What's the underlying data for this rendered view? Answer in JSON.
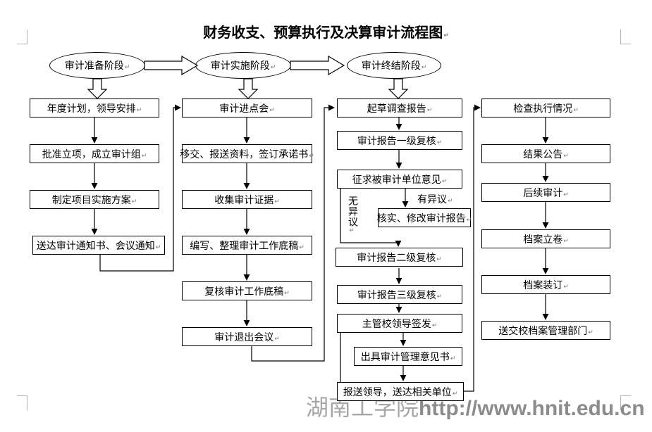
{
  "title": "财务收支、预算执行及决算审计流程图",
  "meta": {
    "return_mark": "↵"
  },
  "stages": {
    "preparation": "审计准备阶段",
    "implementation": "审计实施阶段",
    "conclusion": "审计终结阶段"
  },
  "columns": {
    "preparation": [
      "年度计划，领导安排",
      "批准立项，成立审计组",
      "制定项目实施方案",
      "送达审计通知书、会议通知"
    ],
    "implementation": [
      "审计进点会",
      "移交、报送资料，签订承诺书",
      "收集审计证据",
      "编写、整理审计工作底稿",
      "复核审计工作底稿",
      "审计退出会议"
    ],
    "conclusion": [
      "起草调查报告",
      "审计报告一级复核",
      "征求被审计单位意见",
      "核实、修改审计报告",
      "审计报告二级复核",
      "审计报告三级复核",
      "主管校领导签发",
      "出具审计管理意见书",
      "报送领导，送达相关单位"
    ],
    "followup": [
      "检查执行情况",
      "结果公告",
      "后续审计",
      "档案立卷",
      "档案装订",
      "送交校档案管理部门"
    ]
  },
  "branch_labels": {
    "objection": "有异议",
    "no_objection": "无异议"
  },
  "watermark": {
    "site_name": "湖南工学院",
    "url": "http://www.hnit.edu.cn"
  },
  "colors": {
    "line": "#000000",
    "watermark_gray": "#8c8c8c",
    "margin_mark_gray": "#b4b4b4"
  }
}
